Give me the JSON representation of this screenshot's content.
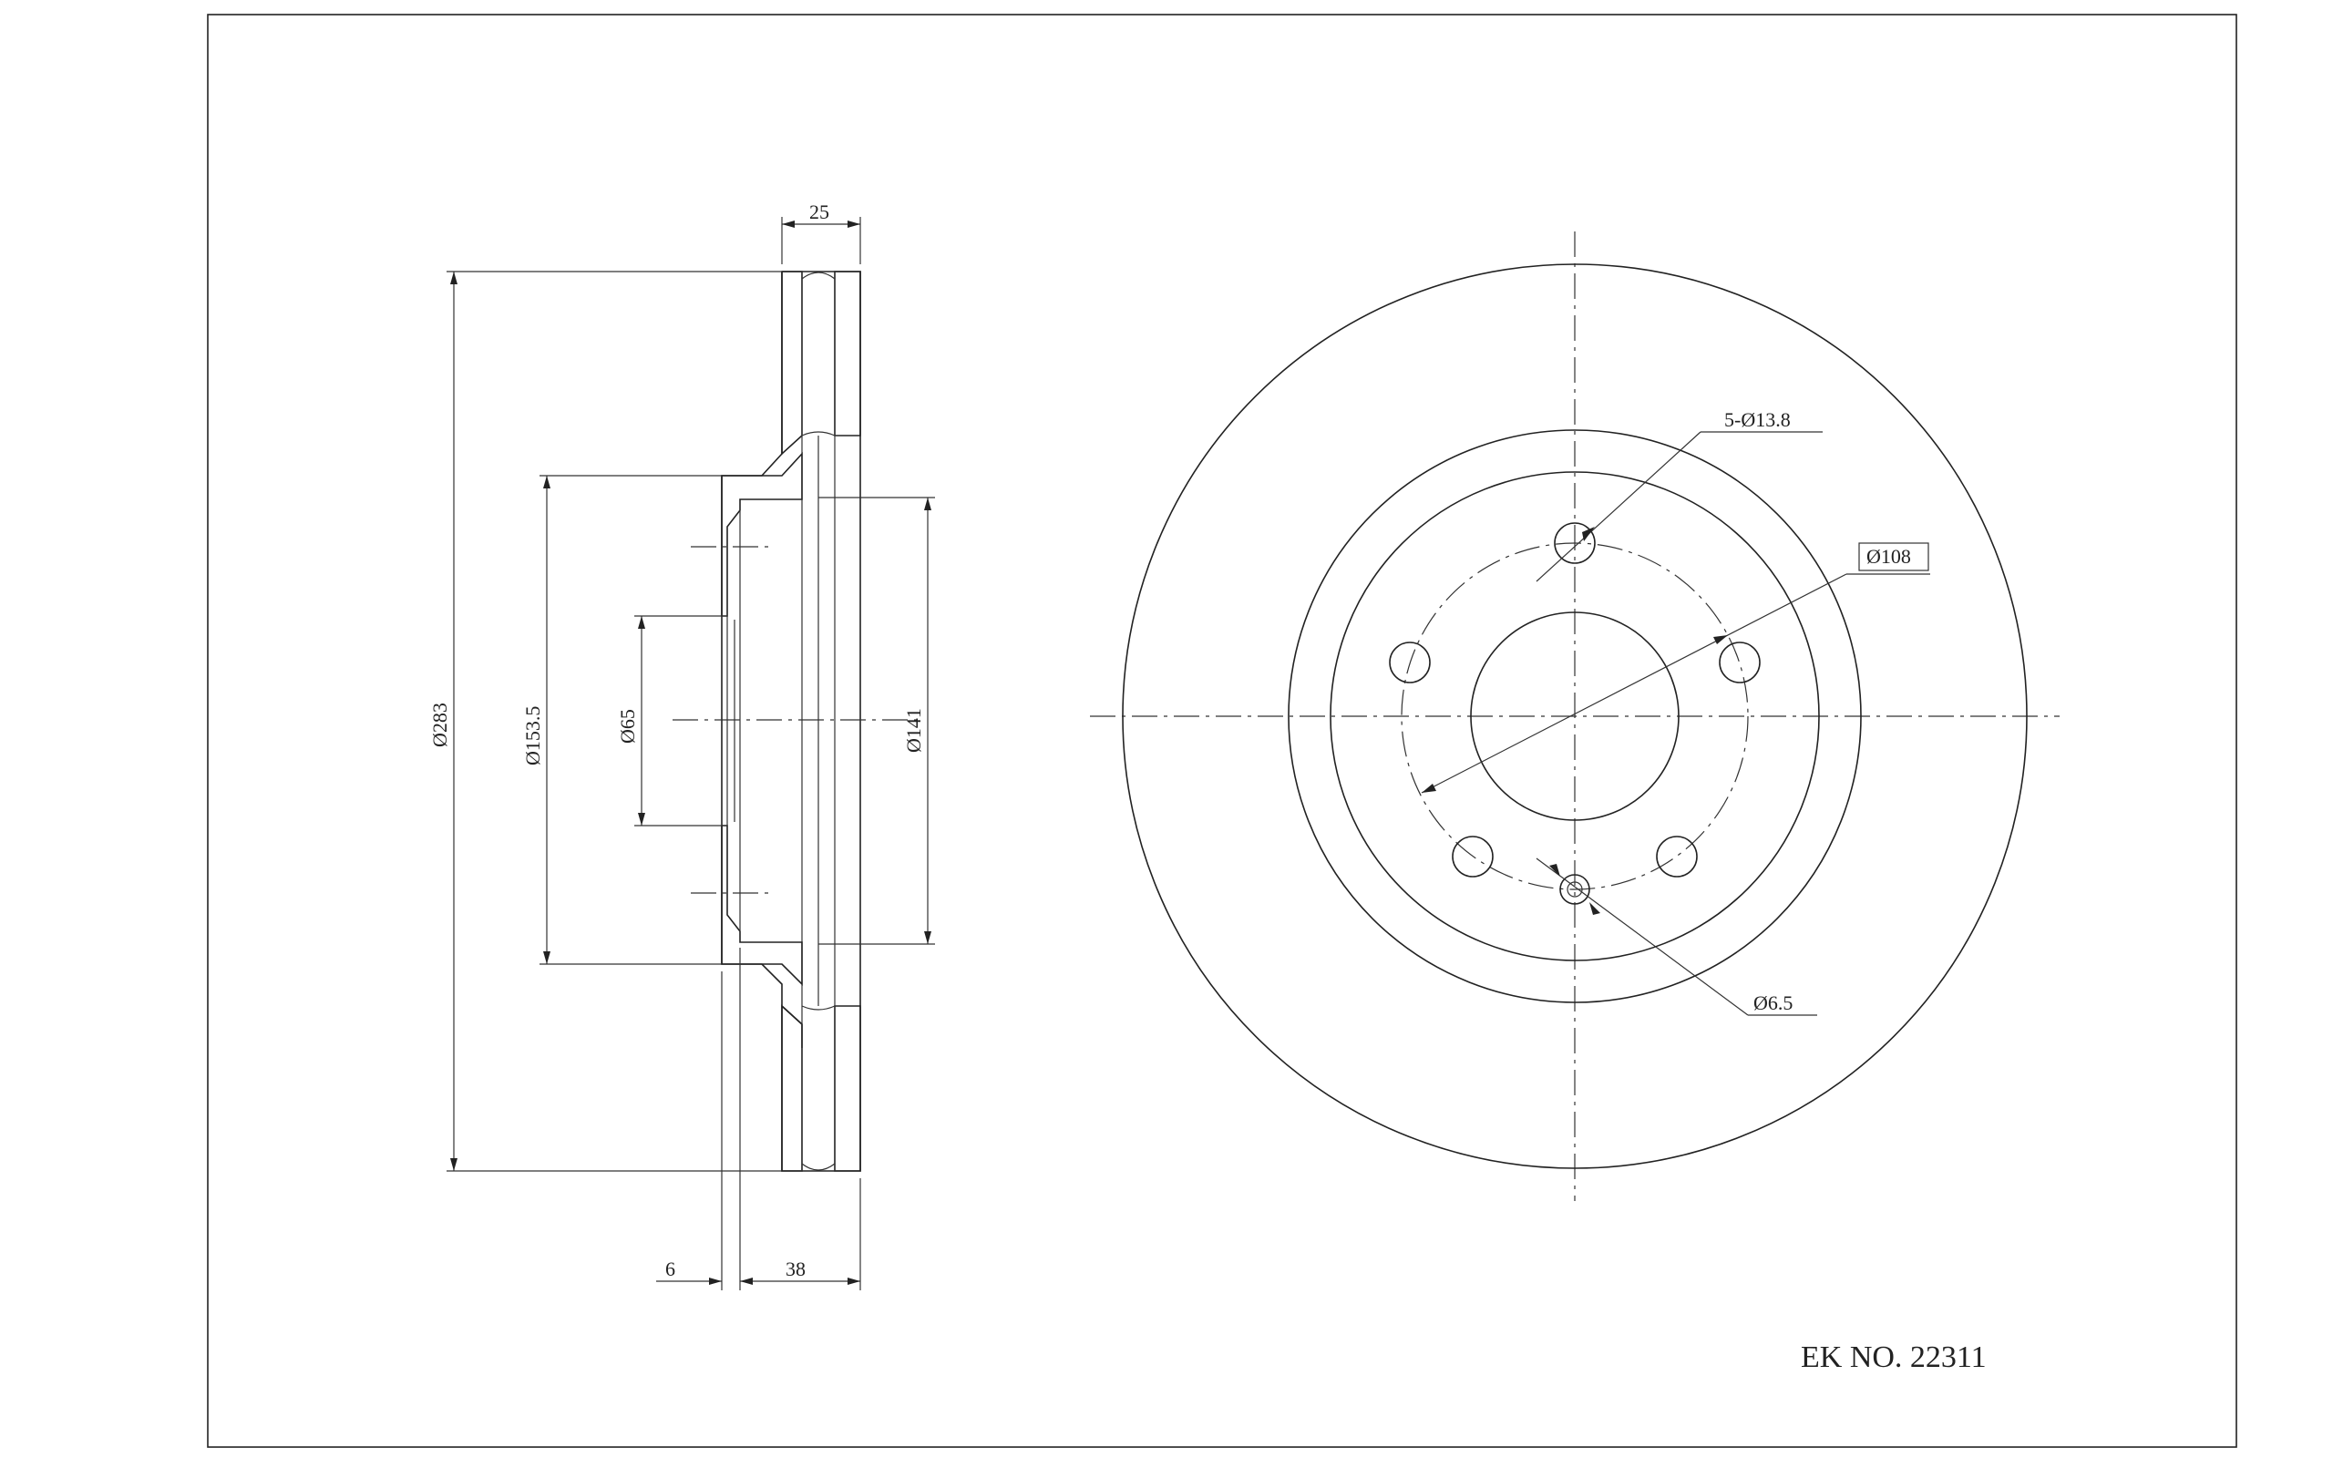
{
  "drawing": {
    "part_number": "EK NO.  22311",
    "side_view_dims": {
      "disc_thickness": "25",
      "outer_diameter": "Ø283",
      "hat_diameter": "Ø153.5",
      "center_bore": "Ø65",
      "inner_diameter": "Ø141",
      "hub_flange": "6",
      "total_height": "38"
    },
    "front_view_dims": {
      "bolt_holes": "5-Ø13.8",
      "bolt_circle": "Ø108",
      "pin_hole": "Ø6.5"
    }
  }
}
